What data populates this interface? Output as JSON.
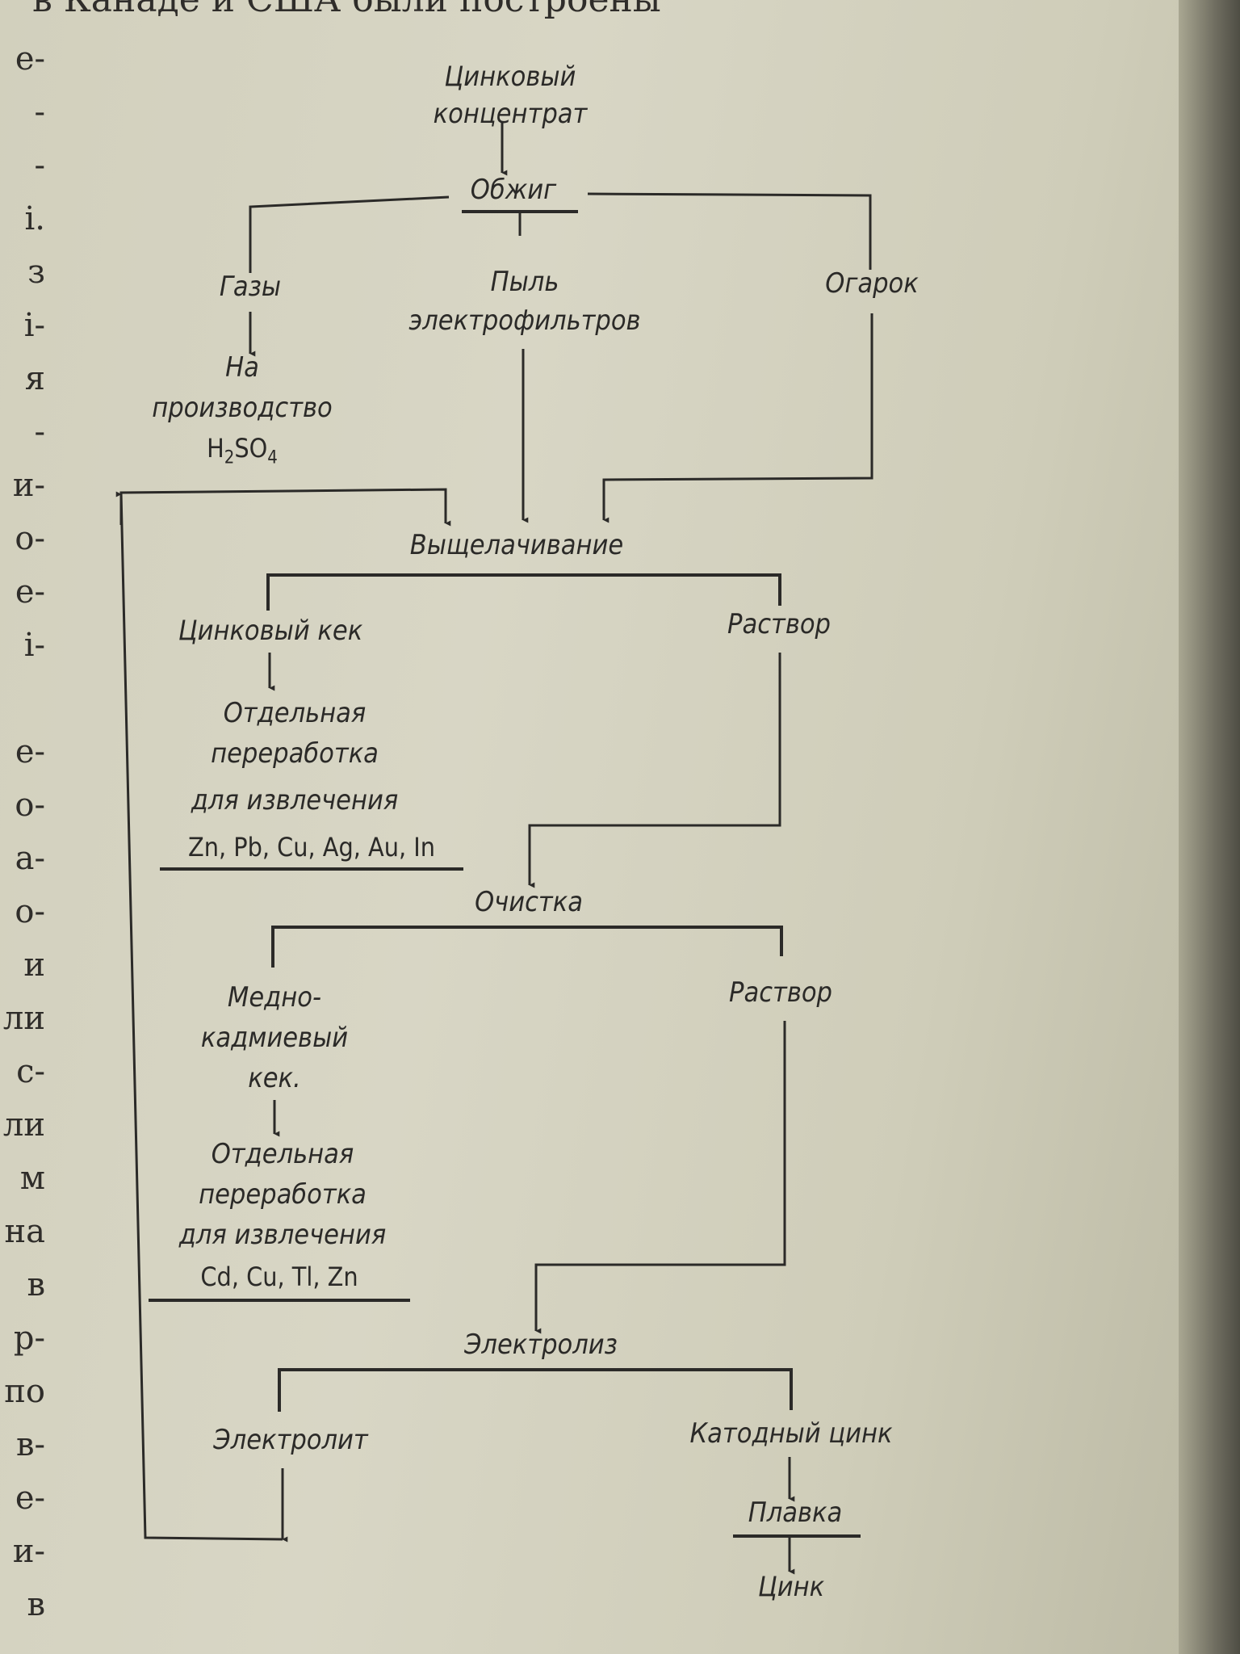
{
  "top_fragment": "в Канаде и США были построены",
  "margin_fragments": [
    "е-",
    "-",
    "-",
    "і.",
    "з",
    "і-",
    "я",
    "-",
    "и-",
    "о-",
    "е-",
    "і-",
    "",
    "е-",
    "о-",
    "а-",
    "о-",
    "и",
    "ли",
    "с-",
    "ли",
    "м",
    "на",
    "в",
    "р-",
    "по",
    "в-",
    "е-",
    "и-",
    "в"
  ],
  "diagram": {
    "concentrate": [
      "Цинковый",
      "концентрат"
    ],
    "roasting": "Обжиг",
    "gases": "Газы",
    "dust": [
      "Пыль",
      "электрофильтров"
    ],
    "calcine": "Огарок",
    "to_production": [
      "На",
      "производство"
    ],
    "acid": "H2SO4",
    "leaching": "Выщелачивание",
    "zinc_cake": "Цинковый кек",
    "solution_1": "Раствор",
    "separate_processing_1": [
      "Отдельная",
      "переработка",
      "для извлечения"
    ],
    "elements_1": "Zn, Pb, Cu, Ag, Au, In",
    "purification": "Очистка",
    "copper_cadmium_cake": [
      "Медно-",
      "кадмиевый",
      "кек."
    ],
    "solution_2": "Раствор",
    "separate_processing_2": [
      "Отдельная",
      "переработка",
      "для извлечения"
    ],
    "elements_2": "Cd, Cu, Tl, Zn",
    "electrolysis": "Электролиз",
    "electrolyte": "Электролит",
    "cathode_zinc": "Катодный цинк",
    "smelting": "Плавка",
    "zinc": "Цинк"
  }
}
